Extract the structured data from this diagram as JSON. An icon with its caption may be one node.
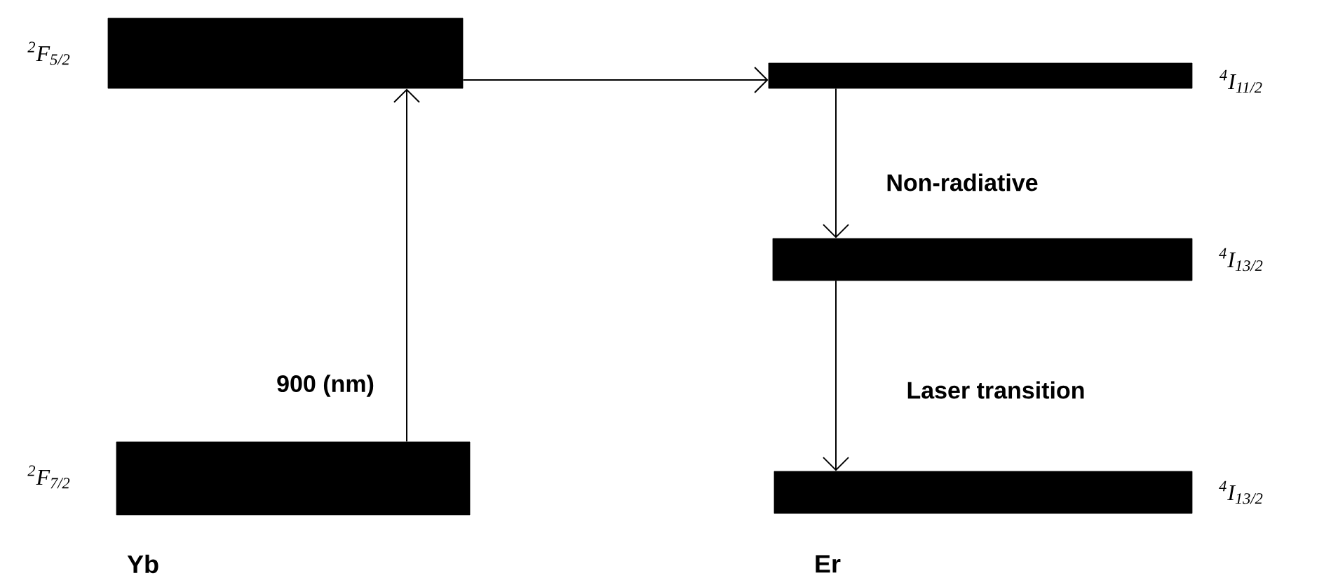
{
  "diagram": {
    "nodes": [
      {
        "text": [],
        "shape": "bar",
        "beside": [
          "$^{2}$F$_{5/2}$"
        ]
      },
      {
        "text": [],
        "shape": "bar",
        "beside": [
          "$^{2}$F$_{7/2}$"
        ]
      },
      {
        "text": [],
        "shape": "bar",
        "beside": [
          "$^{4}$I$_{11/2}$"
        ]
      },
      {
        "text": [],
        "shape": "bar",
        "beside": [
          "$^{4}$I$_{13/2}$"
        ]
      },
      {
        "text": [],
        "shape": "bar",
        "beside": [
          "$^{4}$I$_{13/2}$"
        ]
      }
    ],
    "edges": [
      {
        "from": 1,
        "to": 0,
        "arrow": "to",
        "label": "900 (nm)"
      },
      {
        "from": 0,
        "to": 2,
        "arrow": "to"
      },
      {
        "from": 2,
        "to": 3,
        "arrow": "to",
        "label": "Non-radiative"
      },
      {
        "from": 3,
        "to": 4,
        "arrow": "to",
        "label": "Laser transition"
      }
    ],
    "labels": [
      "Yb",
      "Er"
    ]
  }
}
